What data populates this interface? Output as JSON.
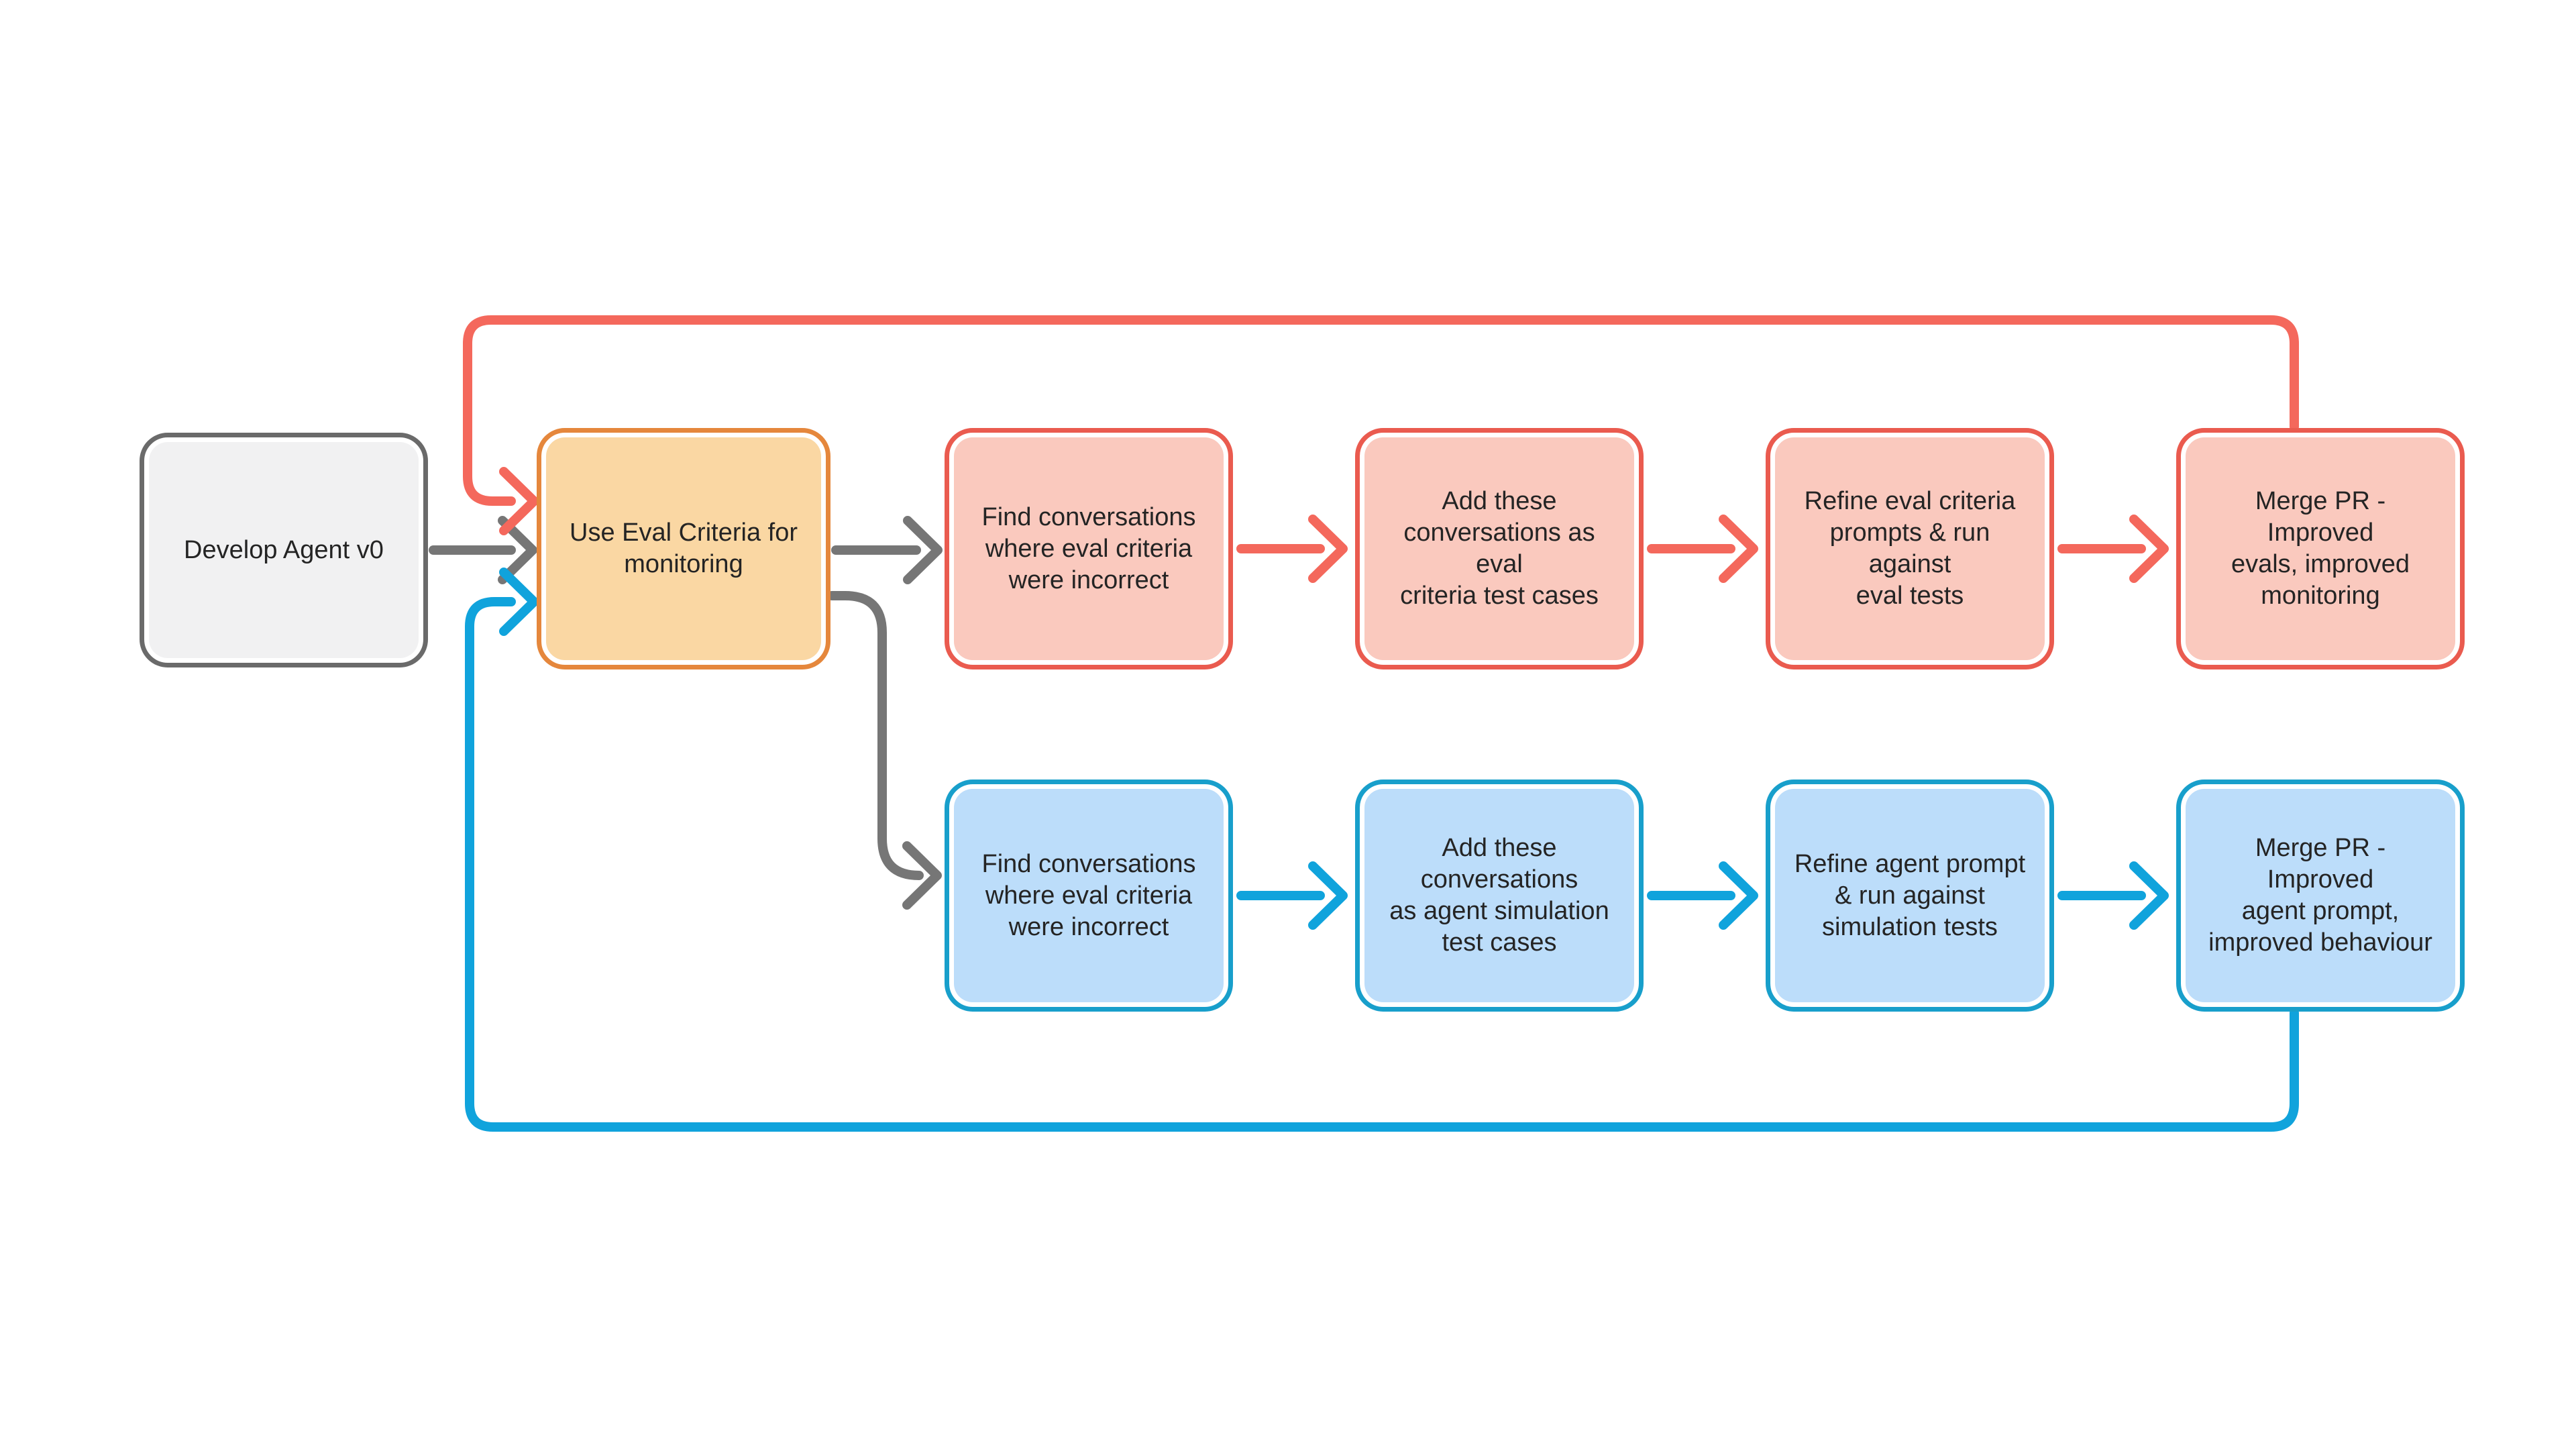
{
  "diagram": {
    "nodes": {
      "develop_agent": {
        "lines": [
          "Develop Agent v0"
        ]
      },
      "use_eval_monitoring": {
        "lines": [
          "Use Eval Criteria for",
          "monitoring"
        ]
      },
      "eval_find_conversations": {
        "lines": [
          "Find conversations",
          "where eval criteria",
          "were incorrect"
        ]
      },
      "eval_add_test_cases": {
        "lines": [
          "Add these",
          "conversations as eval",
          "criteria test cases"
        ]
      },
      "eval_refine_prompts": {
        "lines": [
          "Refine eval criteria",
          "prompts & run against",
          "eval tests"
        ]
      },
      "eval_merge_pr": {
        "lines": [
          "Merge PR - Improved",
          "evals, improved",
          "monitoring"
        ]
      },
      "sim_find_conversations": {
        "lines": [
          "Find conversations",
          "where eval criteria",
          "were incorrect"
        ]
      },
      "sim_add_test_cases": {
        "lines": [
          "Add these",
          "conversations",
          "as agent simulation",
          "test cases"
        ]
      },
      "sim_refine_prompt": {
        "lines": [
          "Refine agent prompt",
          "& run against",
          "simulation tests"
        ]
      },
      "sim_merge_pr": {
        "lines": [
          "Merge PR - Improved",
          "agent prompt,",
          "improved behaviour"
        ]
      }
    },
    "edges": [
      {
        "from": "develop_agent",
        "to": "use_eval_monitoring",
        "color": "gray",
        "type": "arrow"
      },
      {
        "from": "use_eval_monitoring",
        "to": "eval_find_conversations",
        "color": "gray",
        "type": "arrow"
      },
      {
        "from": "use_eval_monitoring",
        "to": "sim_find_conversations",
        "color": "gray",
        "type": "elbow-arrow"
      },
      {
        "from": "eval_find_conversations",
        "to": "eval_add_test_cases",
        "color": "red",
        "type": "arrow"
      },
      {
        "from": "eval_add_test_cases",
        "to": "eval_refine_prompts",
        "color": "red",
        "type": "arrow"
      },
      {
        "from": "eval_refine_prompts",
        "to": "eval_merge_pr",
        "color": "red",
        "type": "arrow"
      },
      {
        "from": "eval_merge_pr",
        "to": "use_eval_monitoring",
        "color": "red",
        "type": "feedback-loop"
      },
      {
        "from": "sim_find_conversations",
        "to": "sim_add_test_cases",
        "color": "blue",
        "type": "arrow"
      },
      {
        "from": "sim_add_test_cases",
        "to": "sim_refine_prompt",
        "color": "blue",
        "type": "arrow"
      },
      {
        "from": "sim_refine_prompt",
        "to": "sim_merge_pr",
        "color": "blue",
        "type": "arrow"
      },
      {
        "from": "sim_merge_pr",
        "to": "use_eval_monitoring",
        "color": "blue",
        "type": "feedback-loop"
      }
    ],
    "colors": {
      "background": "#FFFFFF",
      "node_text": "#242424",
      "gray_edge": "#767676",
      "red_edge": "#F4685C",
      "blue_edge": "#10A3DC",
      "gray_fill": "#F1F1F2",
      "gray_border": "#6A6A6A",
      "orange_fill": "#FAD7A3",
      "orange_border": "#E5873C",
      "red_fill": "#FAC9BE",
      "red_border": "#EA5B4F",
      "blue_fill": "#BCDDFA",
      "blue_border": "#189FCB"
    }
  }
}
